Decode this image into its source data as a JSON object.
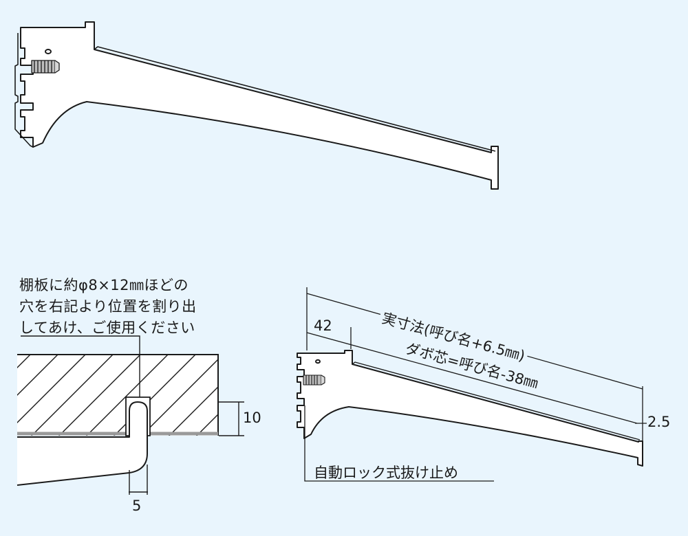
{
  "colors": {
    "background": "#e9f5fd",
    "line": "#1a1a1a",
    "shelf_fill": "#ffffff",
    "shelf_bottom": "#9a9a9a"
  },
  "notes": {
    "hole_line1": "棚板に約φ8×12㎜ほどの",
    "hole_line2": "穴を右記より位置を割り出",
    "hole_line3": "してあけ、ご使用ください"
  },
  "dimensions": {
    "shelf_thickness": "10",
    "hook_width": "5",
    "overall_length": "実寸法(呼び名+6.5㎜)",
    "offset": "42",
    "dowel_center": "ダボ芯=呼び名-38㎜",
    "tip_height": "2.5"
  },
  "callouts": {
    "lock": "自動ロック式抜け止め"
  }
}
